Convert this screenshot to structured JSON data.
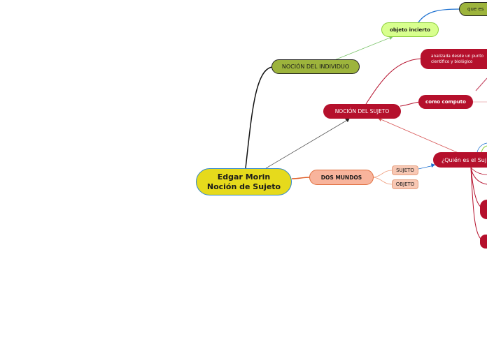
{
  "central": {
    "line1": "Edgar Morin",
    "line2": "Noción de Sujeto"
  },
  "nodes": {
    "individuo": "NOCIÓN DEL INDIVIDUO",
    "objeto_incierto": "objeto incierto",
    "que_es": "que es",
    "sujeto": "NOCIÓN DEL SUJETO",
    "analizada_line1": "analizada desde un punto",
    "analizada_line2": "científico y biológico",
    "computo": "como computo",
    "quien": "¿Quién es el Suj",
    "dos_mundos": "DOS MUNDOS",
    "sujeto_label": "SUJETO",
    "objeto_label": "OBJETO"
  },
  "colors": {
    "central_fill": "#e6da1c",
    "olive": "#9db43c",
    "lime": "#d8ff8e",
    "red": "#b5102c",
    "salmon": "#f8b49c",
    "link_blue": "#1a6fd0",
    "link_red": "#b5102c",
    "link_orange": "#e0602a"
  }
}
